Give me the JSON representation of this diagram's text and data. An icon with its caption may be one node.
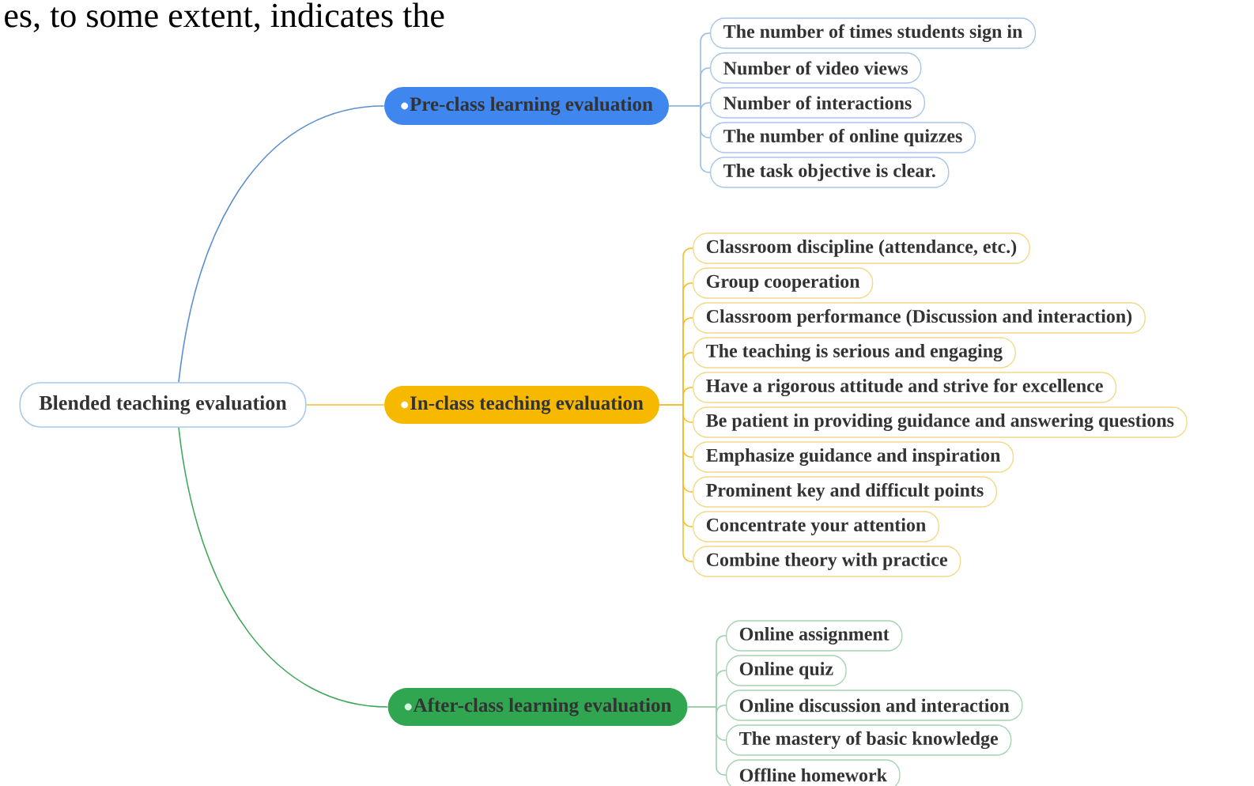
{
  "diagram": {
    "nodes": [
      {
        "text": [
          "Blended teaching evaluation"
        ]
      },
      {
        "text": [
          "Pre-class learning evaluation"
        ]
      },
      {
        "text": [
          "The number of times students sign in"
        ]
      },
      {
        "text": [
          "Number of video views"
        ]
      },
      {
        "text": [
          "Number of interactions"
        ]
      },
      {
        "text": [
          "The number of online quizzes"
        ]
      },
      {
        "text": [
          "The task objective is clear."
        ]
      },
      {
        "text": [
          "In-class teaching evaluation"
        ]
      },
      {
        "text": [
          "Classroom discipline (attendance, etc.)"
        ]
      },
      {
        "text": [
          "Group cooperation"
        ]
      },
      {
        "text": [
          "Classroom performance (Discussion and interaction)"
        ]
      },
      {
        "text": [
          "The teaching is serious and engaging"
        ]
      },
      {
        "text": [
          "Have a rigorous attitude and strive for excellence"
        ]
      },
      {
        "text": [
          "Be patient in providing guidance and answering questions"
        ]
      },
      {
        "text": [
          "Emphasize guidance and inspiration"
        ]
      },
      {
        "text": [
          "Prominent key and difficult points"
        ]
      },
      {
        "text": [
          "Concentrate your attention"
        ]
      },
      {
        "text": [
          "Combine theory with practice"
        ]
      },
      {
        "text": [
          "After-class learning evaluation"
        ]
      },
      {
        "text": [
          "Online assignment"
        ]
      },
      {
        "text": [
          "Online quiz"
        ]
      },
      {
        "text": [
          "Online discussion and interaction"
        ]
      },
      {
        "text": [
          "The mastery of basic knowledge"
        ]
      },
      {
        "text": [
          "Offline homework"
        ]
      }
    ],
    "edges": [
      {
        "from": 0,
        "to": 1,
        "arrow": "none",
        "color": "#5b8fd0"
      },
      {
        "from": 1,
        "to": 2,
        "arrow": "none",
        "color": "#9dbde3"
      },
      {
        "from": 1,
        "to": 3,
        "arrow": "none",
        "color": "#9dbde3"
      },
      {
        "from": 1,
        "to": 4,
        "arrow": "none",
        "color": "#9dbde3"
      },
      {
        "from": 1,
        "to": 5,
        "arrow": "none",
        "color": "#9dbde3"
      },
      {
        "from": 1,
        "to": 6,
        "arrow": "none",
        "color": "#9dbde3"
      },
      {
        "from": 0,
        "to": 7,
        "arrow": "none"
      },
      {
        "from": 7,
        "to": 8,
        "arrow": "none"
      },
      {
        "from": 7,
        "to": 9,
        "arrow": "none"
      },
      {
        "from": 7,
        "to": 10,
        "arrow": "none"
      },
      {
        "from": 7,
        "to": 11,
        "arrow": "none"
      },
      {
        "from": 7,
        "to": 12,
        "arrow": "none"
      },
      {
        "from": 7,
        "to": 13,
        "arrow": "none"
      },
      {
        "from": 7,
        "to": 14,
        "arrow": "none"
      },
      {
        "from": 7,
        "to": 15,
        "arrow": "none"
      },
      {
        "from": 7,
        "to": 16,
        "arrow": "none"
      },
      {
        "from": 7,
        "to": 17,
        "arrow": "none"
      },
      {
        "from": 0,
        "to": 18,
        "arrow": "none",
        "color": "#3fa85a"
      },
      {
        "from": 18,
        "to": 19,
        "arrow": "none",
        "color": "#9fd0ad"
      },
      {
        "from": 18,
        "to": 20,
        "arrow": "none",
        "color": "#9fd0ad"
      },
      {
        "from": 18,
        "to": 21,
        "arrow": "none",
        "color": "#9fd0ad"
      },
      {
        "from": 18,
        "to": 22,
        "arrow": "none",
        "color": "#9fd0ad"
      },
      {
        "from": 18,
        "to": 23,
        "arrow": "none",
        "color": "#9fd0ad"
      }
    ],
    "labels": [
      "es, to some extent, indicates the"
    ]
  }
}
